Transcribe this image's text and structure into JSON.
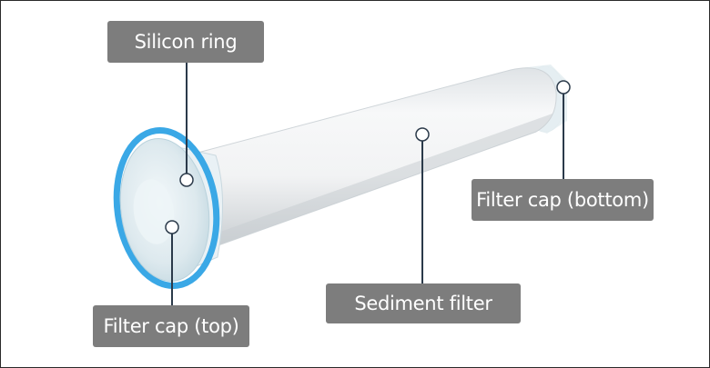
{
  "labels": {
    "silicon_ring": "Silicon ring",
    "filter_cap_bottom": "Filter cap (bottom)",
    "sediment_filter": "Sediment filter",
    "filter_cap_top": "Filter cap (top)"
  },
  "colors": {
    "label_bg": "#7d7d7d",
    "label_text": "#ffffff",
    "ring_blue": "#3aa8e6",
    "leader_line": "#2b3a4a",
    "filter_white": "#f4f5f6",
    "cap_tint": "#e3eef3"
  },
  "icons": {
    "marker": "hollow-circle-marker"
  }
}
